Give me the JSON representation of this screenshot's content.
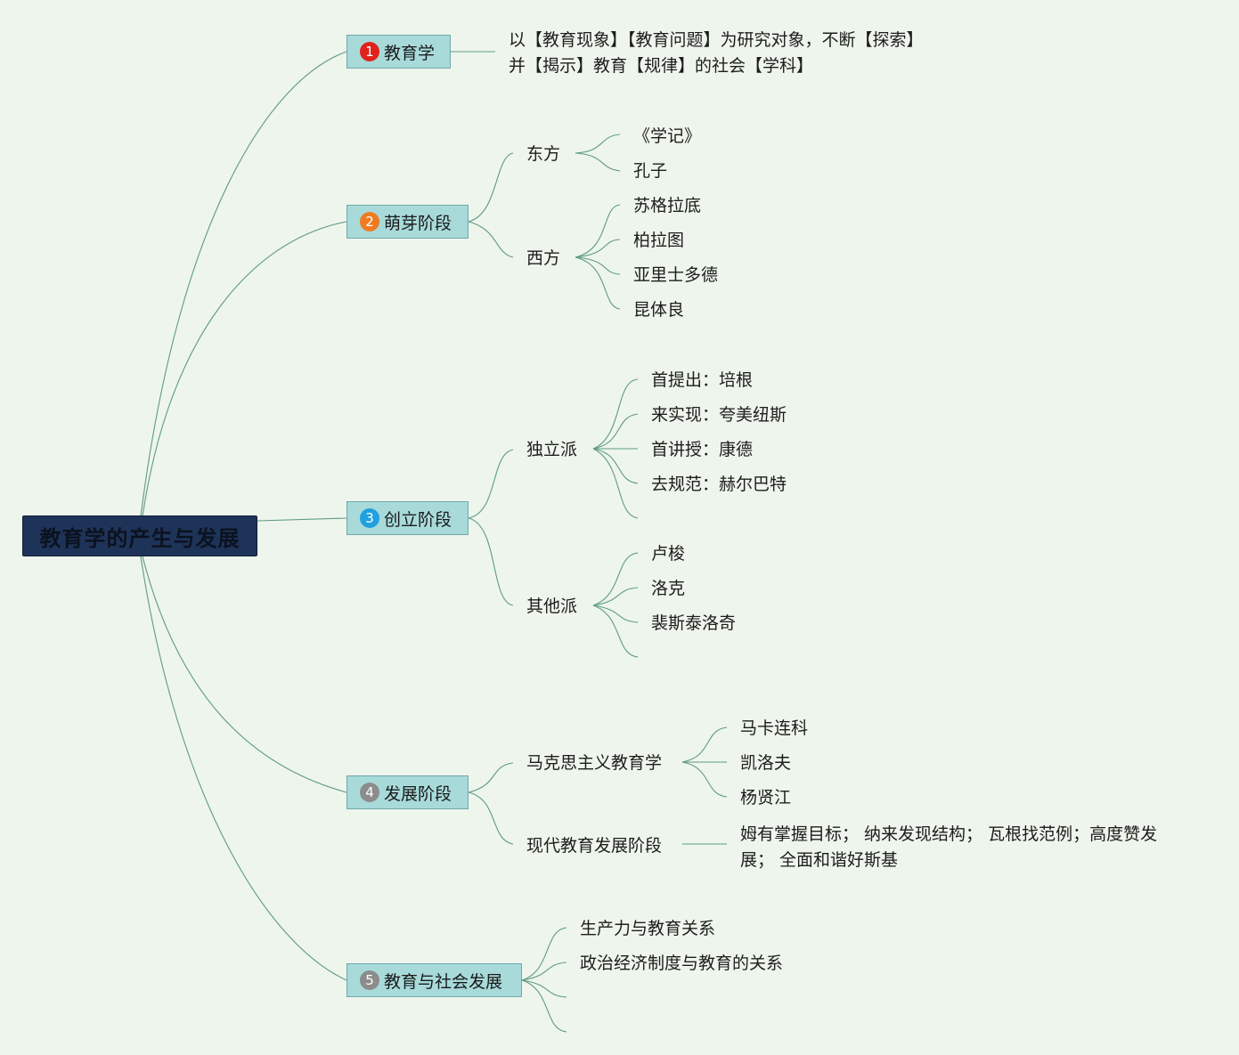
{
  "root": {
    "label": "教育学的产生与发展"
  },
  "topics": [
    {
      "badge": "1",
      "label": "教育学",
      "badge_color": "#e0221d",
      "definition": [
        "以【教育现象】【教育问题】为研究对象，不断【探索】",
        "并【揭示】教育【规律】的社会【学科】"
      ]
    },
    {
      "badge": "2",
      "label": "萌芽阶段",
      "badge_color": "#ef7b21",
      "east": {
        "label": "东方",
        "items": [
          "《学记》",
          "孔子"
        ]
      },
      "west": {
        "label": "西方",
        "items": [
          "苏格拉底",
          "柏拉图",
          "亚里士多德",
          "昆体良"
        ]
      }
    },
    {
      "badge": "3",
      "label": "创立阶段",
      "badge_color": "#1fa0e0",
      "independent": {
        "label": "独立派",
        "items": [
          "首提出：培根",
          "来实现：夸美纽斯",
          "首讲授：康德",
          "去规范：赫尔巴特"
        ]
      },
      "others": {
        "label": "其他派",
        "items": [
          "卢梭",
          "洛克",
          "裴斯泰洛奇"
        ]
      }
    },
    {
      "badge": "4",
      "label": "发展阶段",
      "badge_color": "#8c8c8c",
      "marxist": {
        "label": "马克思主义教育学",
        "items": [
          "马卡连科",
          "凯洛夫",
          "杨贤江"
        ]
      },
      "modern": {
        "label": "现代教育发展阶段",
        "items": [
          "姆有掌握目标； 纳来发现结构； 瓦根找范例；高度赞发展； 全面和谐好斯基"
        ]
      }
    },
    {
      "badge": "5",
      "label": "教育与社会发展",
      "badge_color": "#8c8c8c",
      "items": [
        "生产力与教育关系",
        "政治经济制度与教育的关系"
      ]
    }
  ]
}
